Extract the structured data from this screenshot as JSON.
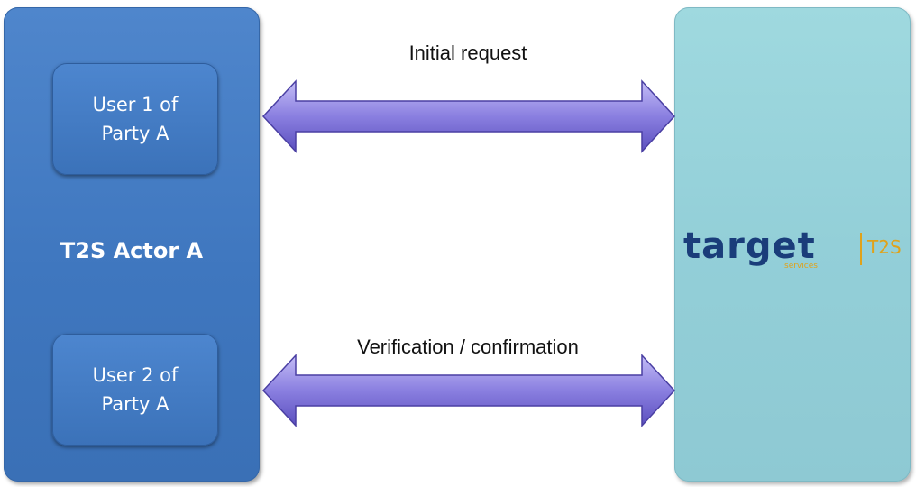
{
  "actor": {
    "label": "T2S Actor A",
    "users": [
      {
        "line1": "User 1 of",
        "line2": "Party A"
      },
      {
        "line1": "User 2 of",
        "line2": "Party A"
      }
    ]
  },
  "flows": [
    {
      "label": "Initial request"
    },
    {
      "label": "Verification / confirmation"
    }
  ],
  "target": {
    "logo_word": "target",
    "logo_sub": "services",
    "logo_suffix": "T2S"
  },
  "colors": {
    "actor_blue": "#3f77bf",
    "target_teal": "#93cfd8",
    "arrow_purple": "#8a7fe0",
    "logo_navy": "#1a3d7a",
    "logo_gold": "#e0a21a"
  }
}
